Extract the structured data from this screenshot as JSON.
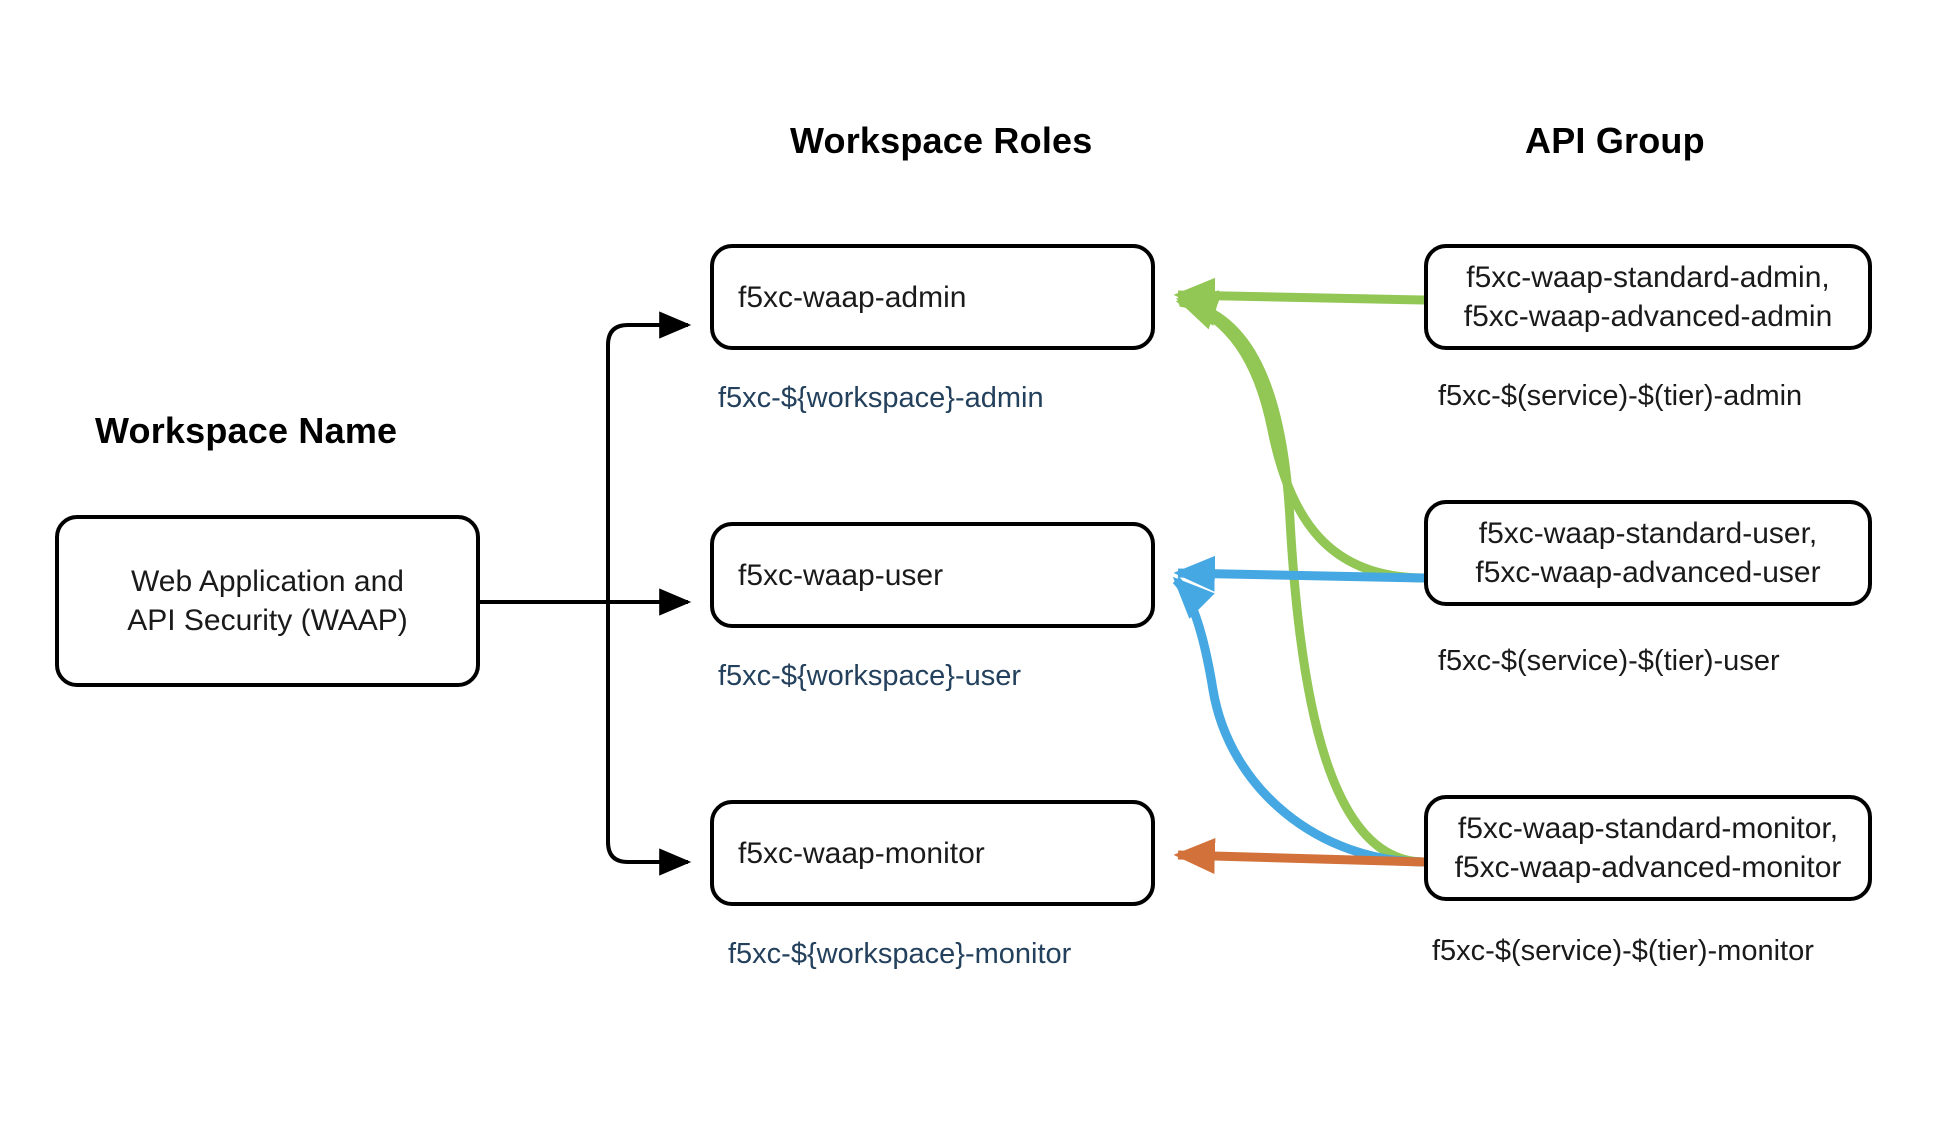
{
  "columns": {
    "workspace_name_title": "Workspace Name",
    "workspace_roles_title": "Workspace Roles",
    "api_group_title": "API Group"
  },
  "workspace": {
    "name": "Web Application and\nAPI Security (WAAP)"
  },
  "roles": [
    {
      "box_label": "f5xc-waap-admin",
      "pattern": "f5xc-${workspace}-admin"
    },
    {
      "box_label": "f5xc-waap-user",
      "pattern": "f5xc-${workspace}-user"
    },
    {
      "box_label": "f5xc-waap-monitor",
      "pattern": "f5xc-${workspace}-monitor"
    }
  ],
  "api_groups": [
    {
      "box_label": "f5xc-waap-standard-admin,\nf5xc-waap-advanced-admin",
      "pattern": "f5xc-$(service)-$(tier)-admin"
    },
    {
      "box_label": "f5xc-waap-standard-user,\nf5xc-waap-advanced-user",
      "pattern": "f5xc-$(service)-$(tier)-user"
    },
    {
      "box_label": "f5xc-waap-standard-monitor,\nf5xc-waap-advanced-monitor",
      "pattern": "f5xc-$(service)-$(tier)-monitor"
    }
  ],
  "colors": {
    "connector_black": "#000000",
    "green": "#92c755",
    "blue": "#45a8e2",
    "orange": "#d2713a",
    "caption_blue": "#23405c"
  },
  "connections": [
    {
      "from": "api-group-admin",
      "to": "role-admin",
      "color": "green",
      "style": "straight"
    },
    {
      "from": "api-group-user",
      "to": "role-admin",
      "color": "green",
      "style": "curved"
    },
    {
      "from": "api-group-monitor",
      "to": "role-admin",
      "color": "green",
      "style": "curved"
    },
    {
      "from": "api-group-user",
      "to": "role-user",
      "color": "blue",
      "style": "straight"
    },
    {
      "from": "api-group-monitor",
      "to": "role-user",
      "color": "blue",
      "style": "curved"
    },
    {
      "from": "api-group-monitor",
      "to": "role-monitor",
      "color": "orange",
      "style": "straight"
    },
    {
      "from": "workspace",
      "to": "role-admin",
      "color": "connector_black",
      "style": "elbow"
    },
    {
      "from": "workspace",
      "to": "role-user",
      "color": "connector_black",
      "style": "straight"
    },
    {
      "from": "workspace",
      "to": "role-monitor",
      "color": "connector_black",
      "style": "elbow"
    }
  ]
}
